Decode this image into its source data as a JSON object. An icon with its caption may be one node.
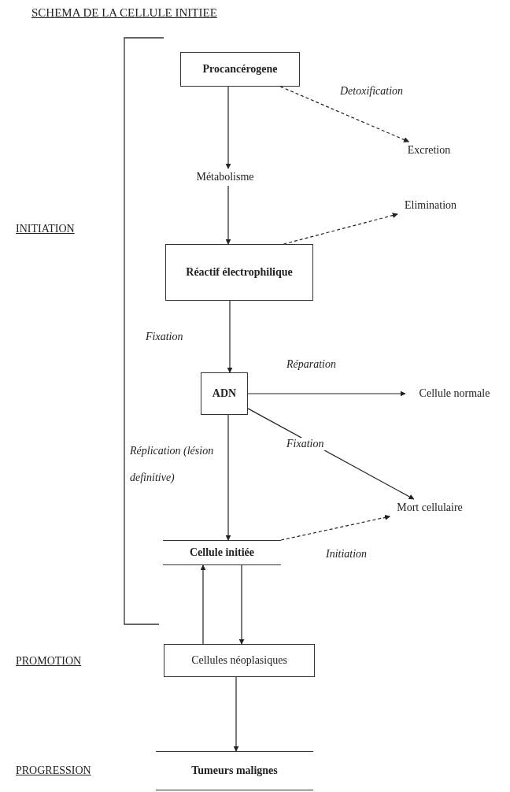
{
  "diagram": {
    "title": "SCHEMA DE LA CELLULE INITIEE",
    "nodes": [
      {
        "text": [
          "Procancérogene"
        ]
      },
      {
        "text": [
          "Excretion"
        ]
      },
      {
        "text": [
          "Métabolisme"
        ]
      },
      {
        "text": [
          "Elimination"
        ]
      },
      {
        "text": [
          "Réactif électrophilique"
        ]
      },
      {
        "text": [
          "ADN"
        ]
      },
      {
        "text": [
          "Cellule normale"
        ]
      },
      {
        "text": [
          "Mort cellulaire"
        ]
      },
      {
        "text": [
          "Cellule initiée"
        ]
      },
      {
        "text": [
          "Cellules néoplasiques"
        ]
      },
      {
        "text": [
          "Tumeurs malignes"
        ]
      }
    ],
    "edges": [
      {
        "from": 0,
        "to": 2,
        "arrow": "to"
      },
      {
        "from": 0,
        "to": 1,
        "arrow": "to",
        "label": "Detoxification",
        "style": "dashed"
      },
      {
        "from": 2,
        "to": 4,
        "arrow": "to"
      },
      {
        "from": 4,
        "to": 3,
        "arrow": "to",
        "style": "dashed"
      },
      {
        "from": 4,
        "to": 5,
        "arrow": "to",
        "label": "Fixation"
      },
      {
        "from": 5,
        "to": 6,
        "arrow": "to",
        "label": "Réparation"
      },
      {
        "from": 5,
        "to": 7,
        "arrow": "to",
        "label": "Fixation"
      },
      {
        "from": 5,
        "to": 8,
        "arrow": "to",
        "label": "Réplication (lésion definitive)"
      },
      {
        "from": 8,
        "to": 7,
        "arrow": "to",
        "style": "dashed"
      },
      {
        "from": 8,
        "to": 9,
        "arrow": "to"
      },
      {
        "from": 9,
        "to": 8,
        "arrow": "to"
      },
      {
        "from": 9,
        "to": 10,
        "arrow": "to"
      }
    ],
    "labels": [
      "INITIATION",
      "Initiation",
      "PROMOTION",
      "PROGRESSION"
    ]
  }
}
